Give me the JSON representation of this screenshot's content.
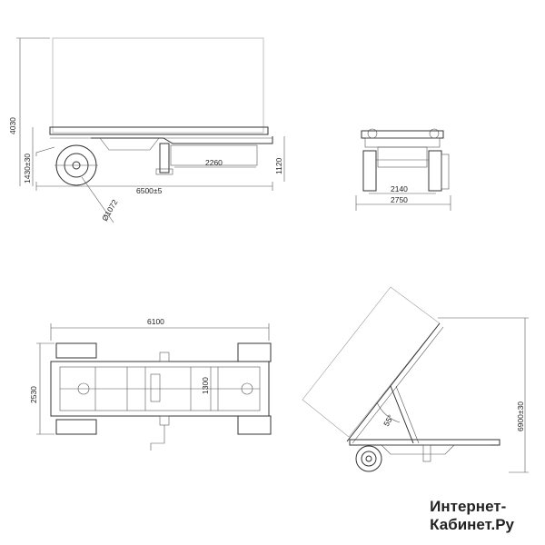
{
  "dimensions": {
    "side_height_total": "4030",
    "side_height_platform": "1430±30",
    "side_length": "6500±5",
    "side_inner_length": "2260",
    "side_frame_height": "1120",
    "wheel_diameter": "Ø1072",
    "rear_track": "2140",
    "rear_width": "2750",
    "top_length": "6100",
    "top_width": "2530",
    "top_inner_width": "1300",
    "tilt_angle": "55°",
    "tilt_height": "6900±30"
  },
  "watermark": {
    "line1": "Интернет-",
    "line2": "Кабинет.Ру"
  }
}
